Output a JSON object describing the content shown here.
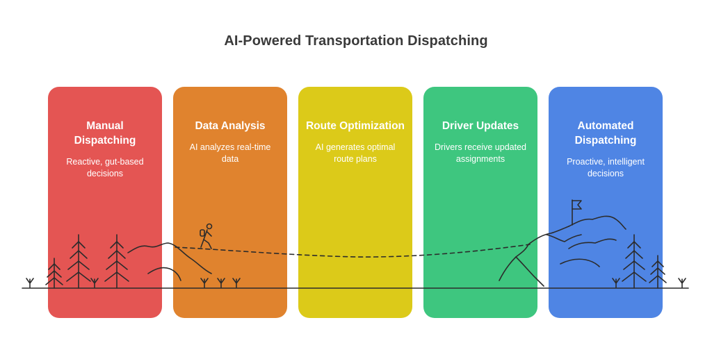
{
  "title": "AI-Powered Transportation Dispatching",
  "stages": [
    {
      "title": "Manual Dispatching",
      "description": "Reactive, gut-based decisions",
      "color": "#e45553"
    },
    {
      "title": "Data Analysis",
      "description": "AI analyzes real-time data",
      "color": "#e0832e"
    },
    {
      "title": "Route Optimization",
      "description": "AI generates optimal route plans",
      "color": "#dcca19"
    },
    {
      "title": "Driver Updates",
      "description": "Drivers receive updated assignments",
      "color": "#3ec67f"
    },
    {
      "title": "Automated Dispatching",
      "description": "Proactive, intelligent decisions",
      "color": "#4f85e4"
    }
  ],
  "icons": {
    "hiker": "hiker-icon",
    "flag": "summit-flag-icon",
    "tree": "pine-tree-icon",
    "sprout": "grass-sprout-icon",
    "mountain": "mountain-icon"
  }
}
